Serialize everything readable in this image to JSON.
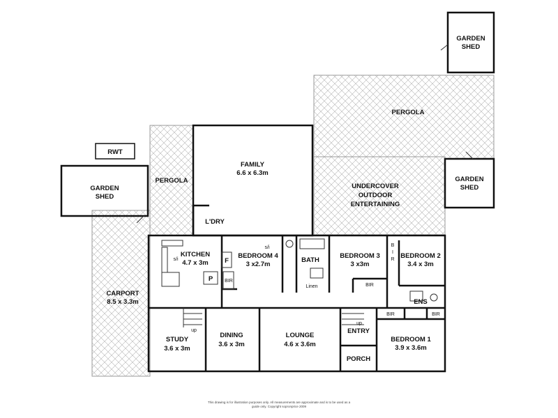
{
  "rooms": {
    "garden_shed_top": {
      "name_line1": "GARDEN",
      "name_line2": "SHED"
    },
    "garden_shed_right": {
      "name_line1": "GARDEN",
      "name_line2": "SHED"
    },
    "garden_shed_left": {
      "name_line1": "GARDEN",
      "name_line2": "SHED"
    },
    "rwt": {
      "name": "RWT"
    },
    "pergola_top": {
      "name": "PERGOLA"
    },
    "pergola_left": {
      "name": "PERGOLA"
    },
    "family": {
      "name": "FAMILY",
      "size": "6.6 x 6.3m"
    },
    "outdoor": {
      "line1": "UNDERCOVER",
      "line2": "OUTDOOR",
      "line3": "ENTERTAINING"
    },
    "laundry": {
      "name": "L'DRY"
    },
    "kitchen": {
      "name": "KITCHEN",
      "size": "4.7 x 3m"
    },
    "bedroom4": {
      "name": "BEDROOM 4",
      "size": "3 x2.7m"
    },
    "bath": {
      "name": "BATH"
    },
    "linen": {
      "name": "Linen"
    },
    "bedroom3": {
      "name": "BEDROOM 3",
      "size": "3 x3m"
    },
    "bedroom2": {
      "name": "BEDROOM 2",
      "size": "3.4 x 3m"
    },
    "carport": {
      "name": "CARPORT",
      "size": "8.5 x 3.3m"
    },
    "study": {
      "name": "STUDY",
      "size": "3.6 x 3m"
    },
    "dining": {
      "name": "DINING",
      "size": "3.6 x 3m"
    },
    "lounge": {
      "name": "LOUNGE",
      "size": "4.6 x 3.6m"
    },
    "entry": {
      "name": "ENTRY"
    },
    "porch": {
      "name": "PORCH"
    },
    "bedroom1": {
      "name": "BEDROOM 1",
      "size": "3.9 x 3.6m"
    },
    "ens": {
      "name": "ENS"
    }
  },
  "fixtures": {
    "f": "F",
    "p": "P",
    "bir": "BIR",
    "bir_v1": "B",
    "bir_v2": "I",
    "bir_v3": "R",
    "si": "s/i",
    "up": "up"
  },
  "disclaimer": {
    "line1": "This drawing is for illustration purposes only. All measurements are approximate and is to be used as a",
    "line2": "guide only. Copyright sopronprice 2009"
  },
  "colors": {
    "wall": "#111111",
    "hatch": "#aaaaaa",
    "background": "#ffffff"
  }
}
